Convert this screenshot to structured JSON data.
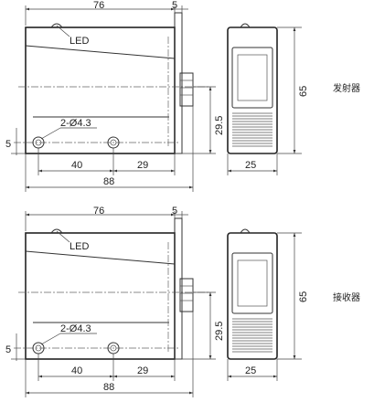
{
  "views": [
    {
      "id": "emitter",
      "label": "发射器",
      "dim_width": "76",
      "dim_flange": "5",
      "led_label": "LED",
      "hole_label": "2-Ø4.3",
      "dim_hole_offset": "5",
      "dim_hole_spacing": "40",
      "dim_hole_to_edge": "29",
      "dim_total_length": "88",
      "dim_vertical": "29.5",
      "dim_height": "65",
      "dim_depth": "25"
    },
    {
      "id": "receiver",
      "label": "接收器",
      "dim_width": "76",
      "dim_flange": "5",
      "led_label": "LED",
      "hole_label": "2-Ø4.3",
      "dim_hole_offset": "5",
      "dim_hole_spacing": "40",
      "dim_hole_to_edge": "29",
      "dim_total_length": "88",
      "dim_vertical": "29.5",
      "dim_height": "65",
      "dim_depth": "25"
    }
  ]
}
